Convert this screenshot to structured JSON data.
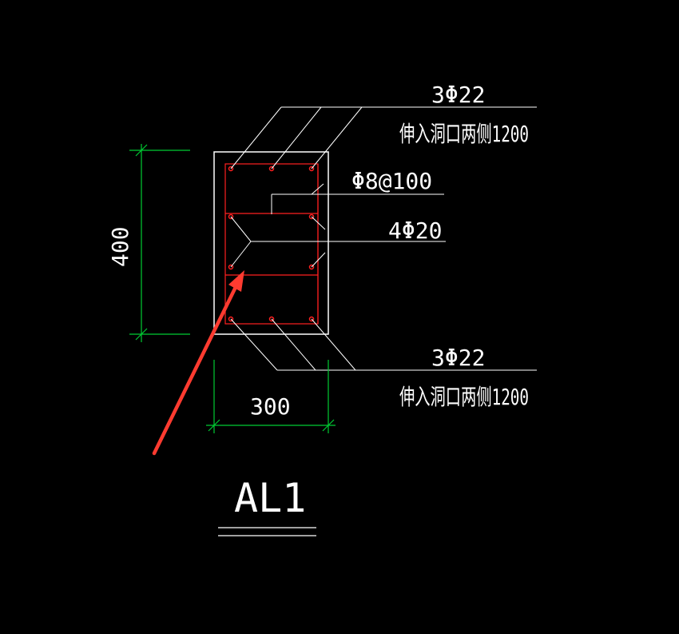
{
  "drawing": {
    "title": "AL1",
    "dimensions": {
      "width": "300",
      "height": "400"
    },
    "annotations": {
      "top_bar_spec": "3Φ22",
      "top_bar_note": "伸入洞口两侧1200",
      "stirrup_spec": "Φ8@100",
      "side_bar_spec": "4Φ20",
      "bottom_bar_spec": "3Φ22",
      "bottom_bar_note": "伸入洞口两侧1200"
    },
    "colors": {
      "background": "#000000",
      "outline": "#ffffff",
      "rebar": "#ff2020",
      "dimension": "#00cc33",
      "arrow": "#ff3b30"
    }
  }
}
